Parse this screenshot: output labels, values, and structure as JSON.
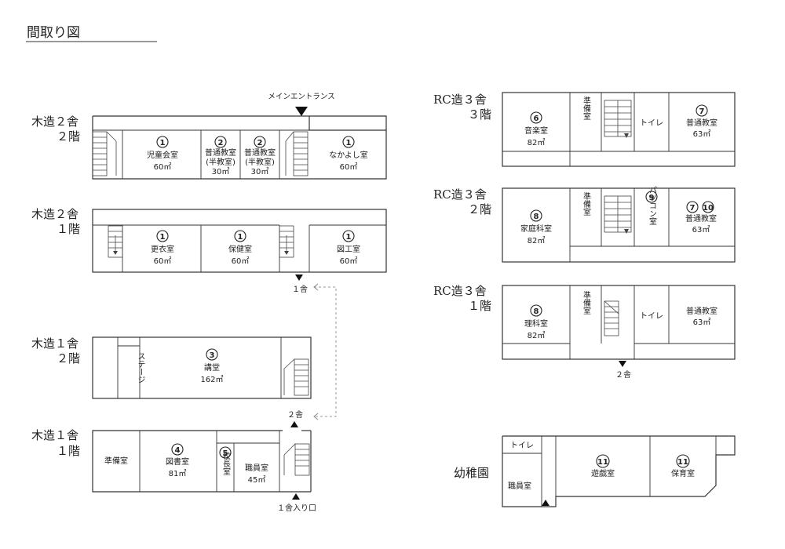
{
  "page": {
    "title": "間取り図"
  },
  "main_entrance": "メインエントランス",
  "buildings": {
    "w2f2": {
      "line1": "木造２舎",
      "line2": "２階"
    },
    "w2f1": {
      "line1": "木造２舎",
      "line2": "１階"
    },
    "w1f2": {
      "line1": "木造１舎",
      "line2": "２階"
    },
    "w1f1": {
      "line1": "木造１舎",
      "line2": "１階"
    },
    "rc3": {
      "line1": "RC造３舎",
      "line2": "３階"
    },
    "rc2": {
      "line1": "RC造３舎",
      "line2": "２階"
    },
    "rc1": {
      "line1": "RC造３舎",
      "line2": "１階"
    },
    "kinder": {
      "line1": "幼稚園"
    }
  },
  "rooms": {
    "jidoukaishitsu": {
      "num": "1",
      "name": "児童会室",
      "area": "60㎡"
    },
    "futsu_half_a": {
      "num": "2",
      "name": "普通教室",
      "sub": "(半教室)",
      "area": "30㎡"
    },
    "futsu_half_b": {
      "num": "2",
      "name": "普通教室",
      "sub": "(半教室)",
      "area": "30㎡"
    },
    "nakayoshi": {
      "num": "1",
      "name": "なかよし室",
      "area": "60㎡"
    },
    "koui": {
      "num": "1",
      "name": "更衣室",
      "area": "60㎡"
    },
    "hoken": {
      "num": "1",
      "name": "保健室",
      "area": "60㎡"
    },
    "zukou": {
      "num": "1",
      "name": "図工室",
      "area": "60㎡"
    },
    "stage": {
      "name": "ステージ"
    },
    "kodo": {
      "num": "3",
      "name": "講堂",
      "area": "162㎡"
    },
    "junbi_w1": {
      "name": "準備室"
    },
    "tosho": {
      "num": "4",
      "name": "図書室",
      "area": "81㎡"
    },
    "kocho": {
      "num": "5",
      "name": "校長室"
    },
    "shokuin_w1": {
      "name": "職員室",
      "area": "45㎡"
    },
    "ongaku": {
      "num": "6",
      "name": "音楽室",
      "area": "82㎡"
    },
    "junbi_rc3": {
      "name": "準備室"
    },
    "toilet_rc3": {
      "name": "トイレ"
    },
    "futsu_rc3": {
      "num": "7",
      "name": "普通教室",
      "area": "63㎡"
    },
    "katei": {
      "num": "8",
      "name": "家庭科室",
      "area": "82㎡"
    },
    "junbi_rc2": {
      "name": "準備室"
    },
    "pasokon": {
      "num": "9",
      "name": "パソコン室"
    },
    "futsu_rc2": {
      "num": "7",
      "num2": "10",
      "name": "普通教室",
      "area": "63㎡"
    },
    "rika": {
      "num": "8",
      "name": "理科室",
      "area": "82㎡"
    },
    "junbi_rc1": {
      "name": "準備室"
    },
    "toilet_rc1": {
      "name": "トイレ"
    },
    "futsu_rc1": {
      "name": "普通教室",
      "area": "63㎡"
    },
    "toilet_k": {
      "name": "トイレ"
    },
    "shokuin_k": {
      "name": "職員室"
    },
    "yugi": {
      "num": "11",
      "name": "遊戯室"
    },
    "hoiku": {
      "num": "11",
      "name": "保育室"
    }
  },
  "markers": {
    "sha1": "１舎",
    "sha2_w": "２舎",
    "sha2_rc": "２舎",
    "entrance1": "１舎入り口"
  }
}
